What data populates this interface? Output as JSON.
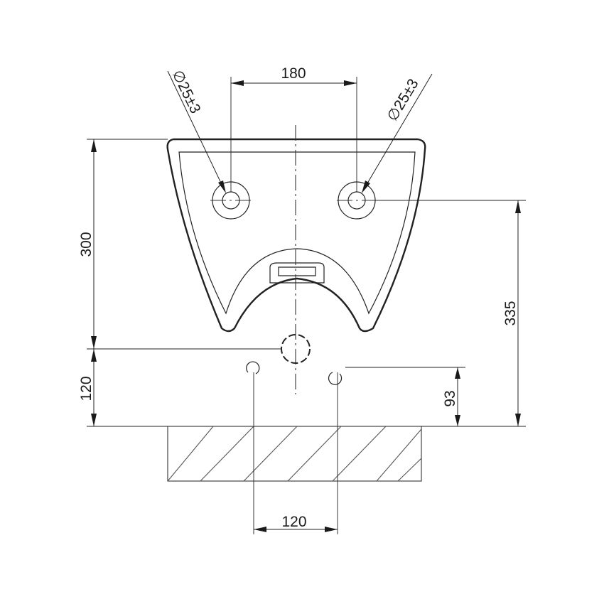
{
  "dimensions": {
    "tap_spacing": "180",
    "hole_left": "∅25±3",
    "hole_right": "∅25±3",
    "height": "300",
    "hole_height": "335",
    "drain_height": "120",
    "fixing_height": "93",
    "fixing_spacing": "120"
  }
}
